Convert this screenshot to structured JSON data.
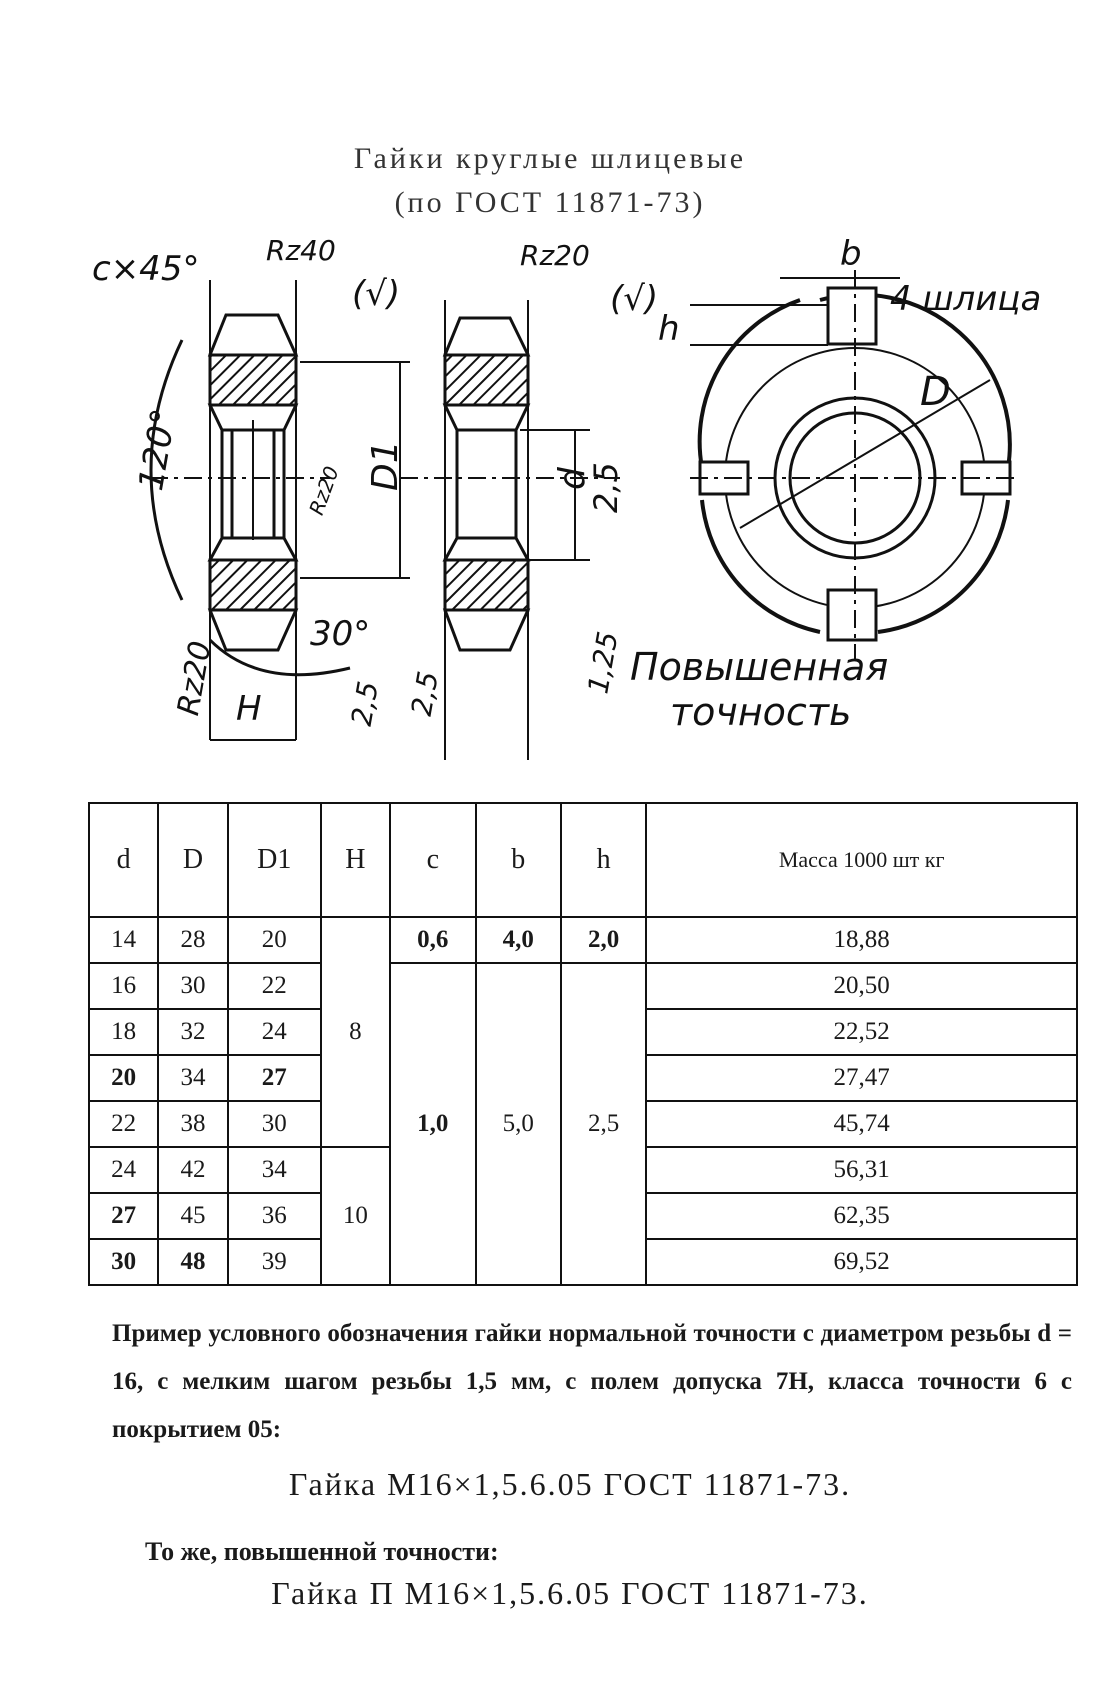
{
  "title": {
    "line1": "Гайки круглые шлицевые",
    "line2": "(по ГОСТ 11871-73)"
  },
  "drawing": {
    "labels": {
      "chamfer": "c×45°",
      "rz40": "Rz40",
      "rz20_top": "Rz20",
      "check1": "(√)",
      "check2": "(√)",
      "b": "b",
      "slots": "4 шлица",
      "h": "h",
      "angle120": "120°",
      "D1": "D1",
      "d": "d",
      "v25": "2,5",
      "rz20_inner": "Rz20",
      "D": "D",
      "angle30": "30°",
      "rz20_bottom": "Rz20",
      "H": "H",
      "v25b": "2,5",
      "v25c": "2,5",
      "v125": "1,25",
      "accuracy_line1": "Повышенная",
      "accuracy_line2": "точность"
    }
  },
  "table": {
    "headers": [
      "d",
      "D",
      "D1",
      "H",
      "c",
      "b",
      "h",
      "Масса 1000 шт кг"
    ],
    "rows": [
      [
        "14",
        "28",
        "20",
        "18,88"
      ],
      [
        "16",
        "30",
        "22",
        "20,50"
      ],
      [
        "18",
        "32",
        "24",
        "22,52"
      ],
      [
        "20",
        "34",
        "27",
        "27,47"
      ],
      [
        "22",
        "38",
        "30",
        "45,74"
      ],
      [
        "24",
        "42",
        "34",
        "56,31"
      ],
      [
        "27",
        "45",
        "36",
        "62,35"
      ],
      [
        "30",
        "48",
        "39",
        "69,52"
      ]
    ],
    "H_groups": [
      "8",
      "10"
    ],
    "c_values": [
      "0,6",
      "1,0"
    ],
    "b_values": [
      "4,0",
      "5,0"
    ],
    "h_values": [
      "2,0",
      "2,5"
    ]
  },
  "text": {
    "example": "Пример условного обозначения гайки нормальной точности с диаметром резьбы d = 16, с мелким шагом резьбы 1,5 мм, с полем допуска 7Н, класса точности 6 с покрытием 05:",
    "designation1": "Гайка М16×1,5.6.05 ГОСТ 11871-73.",
    "same_higher": "То же, повышенной точности:",
    "designation2": "Гайка П М16×1,5.6.05 ГОСТ 11871-73."
  }
}
